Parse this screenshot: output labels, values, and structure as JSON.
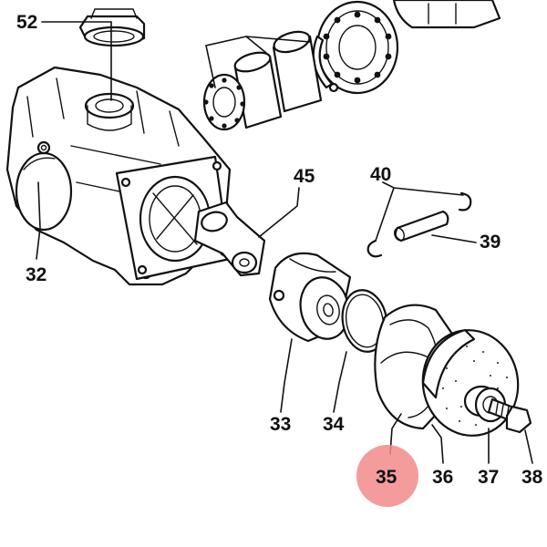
{
  "highlight_color": "#f28b8b",
  "callouts": [
    {
      "label": "52"
    },
    {
      "label": "32"
    },
    {
      "label": "45"
    },
    {
      "label": "40"
    },
    {
      "label": "39"
    },
    {
      "label": "33"
    },
    {
      "label": "34"
    },
    {
      "label": "35",
      "highlighted": true
    },
    {
      "label": "36"
    },
    {
      "label": "37"
    },
    {
      "label": "38"
    }
  ]
}
